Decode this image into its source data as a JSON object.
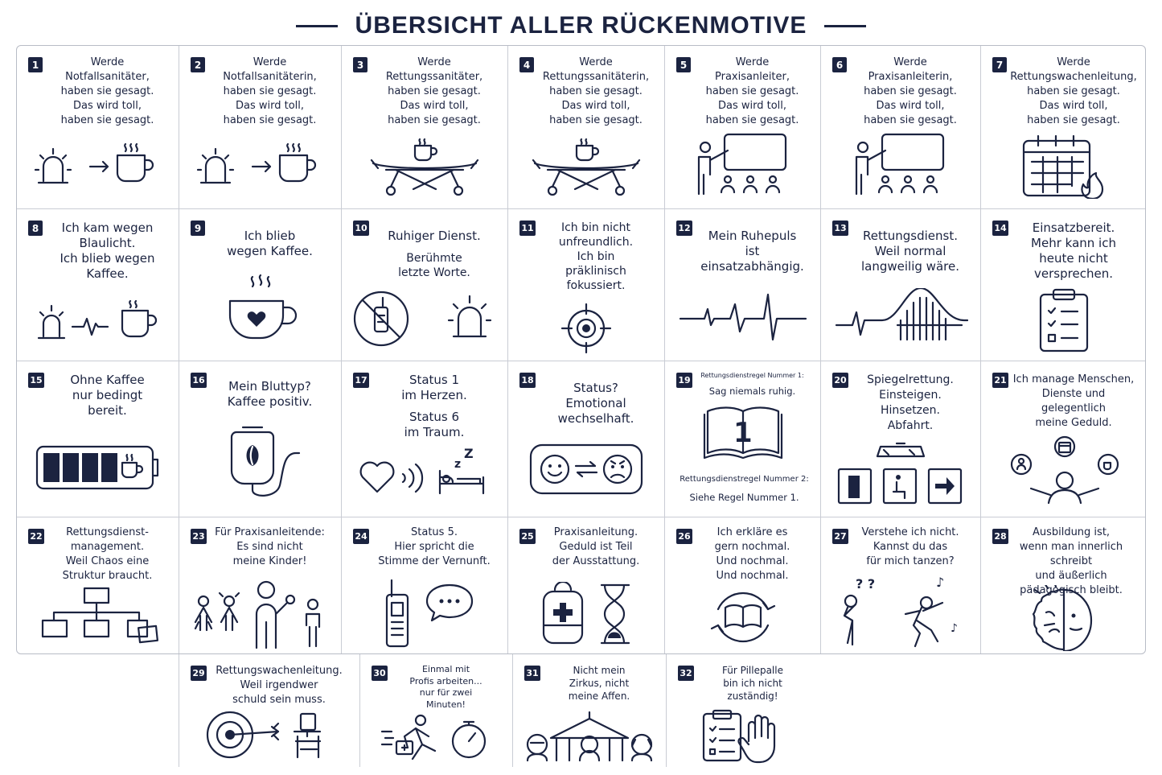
{
  "title": "ÜBERSICHT ALLER RÜCKENMOTIVE",
  "motifs": [
    {
      "n": "1",
      "text": "Werde\nNotfallsanitäter,\nhaben sie gesagt.\nDas wird toll,\nhaben sie gesagt.",
      "icon": "siren-to-coffee-icon"
    },
    {
      "n": "2",
      "text": "Werde\nNotfallsanitäterin,\nhaben sie gesagt.\nDas wird toll,\nhaben sie gesagt.",
      "icon": "siren-to-coffee-icon"
    },
    {
      "n": "3",
      "text": "Werde\nRettungssanitäter,\nhaben sie gesagt.\nDas wird toll,\nhaben sie gesagt.",
      "icon": "stretcher-coffee-icon"
    },
    {
      "n": "4",
      "text": "Werde\nRettungssanitäterin,\nhaben sie gesagt.\nDas wird toll,\nhaben sie gesagt.",
      "icon": "stretcher-coffee-icon"
    },
    {
      "n": "5",
      "text": "Werde\nPraxisanleiter,\nhaben sie gesagt.\nDas wird toll,\nhaben sie gesagt.",
      "icon": "teacher-board-icon"
    },
    {
      "n": "6",
      "text": "Werde\nPraxisanleiterin,\nhaben sie gesagt.\nDas wird toll,\nhaben sie gesagt.",
      "icon": "teacher-board-icon"
    },
    {
      "n": "7",
      "text": "Werde\nRettungswachenleitung,\nhaben sie gesagt.\nDas wird toll,\nhaben sie gesagt.",
      "icon": "calendar-fire-icon"
    },
    {
      "n": "8",
      "text": "Ich kam wegen\nBlaulicht.\nIch blieb wegen\nKaffee.",
      "icon": "siren-pulse-coffee-icon"
    },
    {
      "n": "9",
      "text": "Ich blieb\nwegen Kaffee.",
      "icon": "coffee-heart-icon"
    },
    {
      "n": "10",
      "text": "Ruhiger Dienst.",
      "text2": "Berühmte\nletzte Worte.",
      "icon": "no-radio-siren-icon"
    },
    {
      "n": "11",
      "text": "Ich bin nicht\nunfreundlich.\nIch bin\npräklinisch\nfokussiert.",
      "icon": "crosshair-icon"
    },
    {
      "n": "12",
      "text": "Mein Ruhepuls\nist\neinsatzabhängig.",
      "icon": "heartbeat-icon"
    },
    {
      "n": "13",
      "text": "Rettungsdienst.\nWeil normal\nlangweilig wäre.",
      "icon": "pulse-rollercoaster-icon"
    },
    {
      "n": "14",
      "text": "Einsatzbereit.\nMehr kann ich\nheute nicht\nversprechen.",
      "icon": "checklist-icon"
    },
    {
      "n": "15",
      "text": "Ohne Kaffee\nnur bedingt\nbereit.",
      "icon": "battery-coffee-icon"
    },
    {
      "n": "16",
      "text": "Mein Bluttyp?\nKaffee positiv.",
      "icon": "coffee-infusion-bag-icon"
    },
    {
      "n": "17",
      "text": "Status 1\nim Herzen.",
      "text2": "Status 6\nim Traum.",
      "icon": "heart-radio-bed-icon"
    },
    {
      "n": "18",
      "text": "Status?\nEmotional\nwechselhaft.",
      "icon": "mood-switch-icon"
    },
    {
      "n": "19",
      "text": "Rettungsdienstregel Nummer 1:",
      "text2": "Sag niemals ruhig.",
      "text3": "Rettungsdienstregel Nummer 2:",
      "text4": "Siehe Regel Nummer 1.",
      "book": "1",
      "icon": "rule-book-icon"
    },
    {
      "n": "20",
      "text": "Spiegelrettung.\nEinsteigen.\nHinsetzen.\nAbfahrt.",
      "icon": "mirror-door-seat-arrow-icon"
    },
    {
      "n": "21",
      "text": "Ich manage Menschen,\nDienste und\ngelegentlich\nmeine Geduld.",
      "icon": "juggling-person-icon"
    },
    {
      "n": "22",
      "text": "Rettungsdienst-\nmanagement.\nWeil Chaos eine\nStruktur braucht.",
      "icon": "org-chart-icon"
    },
    {
      "n": "23",
      "text": "Für Praxisanleitende:\nEs sind nicht\nmeine Kinder!",
      "icon": "adult-children-icon"
    },
    {
      "n": "24",
      "text": "Status 5.\nHier spricht die\nStimme der Vernunft.",
      "icon": "radio-speech-icon"
    },
    {
      "n": "25",
      "text": "Praxisanleitung.\nGeduld ist Teil\nder Ausstattung.",
      "icon": "medbag-hourglass-icon"
    },
    {
      "n": "26",
      "text": "Ich erkläre es\ngern nochmal.\nUnd nochmal.\nUnd nochmal.",
      "icon": "book-cycle-icon"
    },
    {
      "n": "27",
      "text": "Verstehe ich nicht.\nKannst du das\nfür mich tanzen?",
      "icon": "confused-dancing-icon"
    },
    {
      "n": "28",
      "text": "Ausbildung ist,\nwenn man innerlich schreibt\nund äußerlich\npädagogisch bleibt.",
      "icon": "split-face-icon"
    },
    {
      "n": "29",
      "text": "Rettungswachenleitung.\nWeil irgendwer\nschuld sein muss.",
      "icon": "target-desk-icon"
    },
    {
      "n": "30",
      "text": "Einmal mit\nProfis arbeiten...\nnur für zwei\nMinuten!",
      "icon": "runner-stopwatch-icon"
    },
    {
      "n": "31",
      "text": "Nicht mein\nZirkus, nicht\nmeine Affen.",
      "icon": "circus-monkeys-icon"
    },
    {
      "n": "32",
      "text": "Für Pillepalle\nbin ich nicht\nzuständig!",
      "icon": "clipboard-hand-icon"
    }
  ]
}
